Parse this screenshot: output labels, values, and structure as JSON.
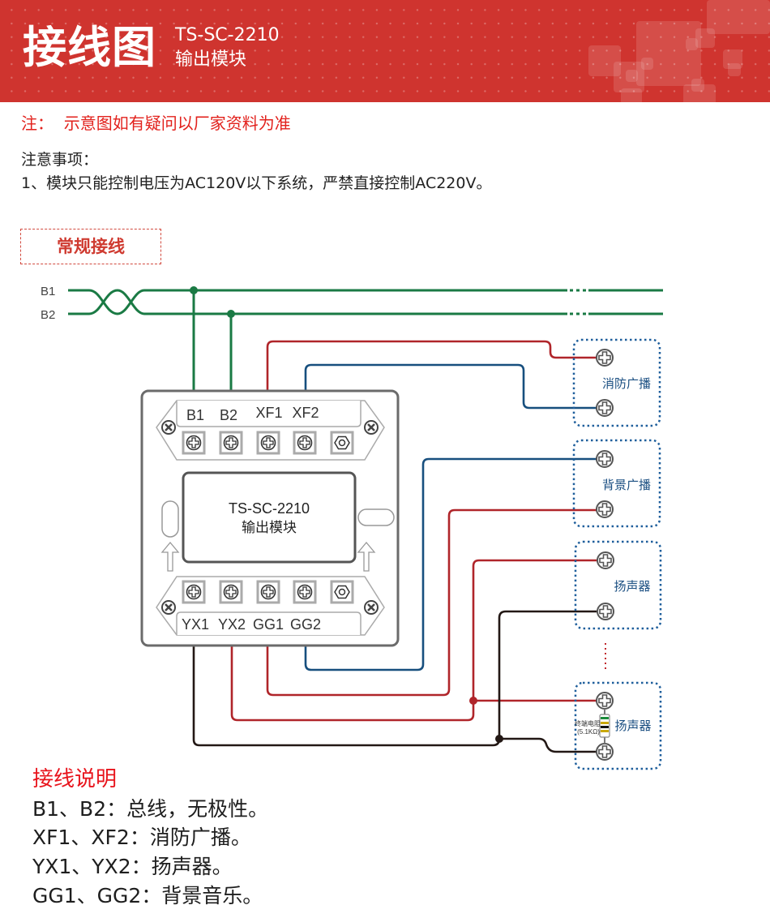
{
  "header": {
    "title": "接线图",
    "model": "TS-SC-2210",
    "subtitle": "输出模块",
    "brand_color": "#cf342f"
  },
  "note": {
    "prefix": "注：",
    "text": "示意图如有疑问以厂家资料为准",
    "color": "#e2211c"
  },
  "cautions": {
    "title": "注意事项：",
    "items": [
      "1、模块只能控制电压为AC120V以下系统，严禁直接控制AC220V。"
    ]
  },
  "section": {
    "label": "常规接线"
  },
  "diagram": {
    "bus_labels": [
      "B1",
      "B2"
    ],
    "module": {
      "model": "TS-SC-2210",
      "name": "输出模块",
      "top_terminals": [
        "B1",
        "B2",
        "XF1",
        "XF2"
      ],
      "bottom_terminals": [
        "YX1",
        "YX2",
        "GG1",
        "GG2"
      ]
    },
    "devices": [
      {
        "label": "消防广播"
      },
      {
        "label": "背景广播"
      },
      {
        "label": "扬声器"
      },
      {
        "label": "扬声器"
      }
    ],
    "resistor": {
      "label": "终端电阻",
      "value": "(5.1KΩ)"
    },
    "wire_colors": {
      "bus": "#1a7a44",
      "fire": "#b0252a",
      "background": "#174f7e",
      "speaker": "#231815",
      "device_border": "#1f5f9c"
    }
  },
  "legend": {
    "title": "接线说明",
    "items": [
      "B1、B2：总线，无极性。",
      "XF1、XF2：消防广播。",
      "YX1、YX2：扬声器。",
      "GG1、GG2：背景音乐。"
    ]
  }
}
